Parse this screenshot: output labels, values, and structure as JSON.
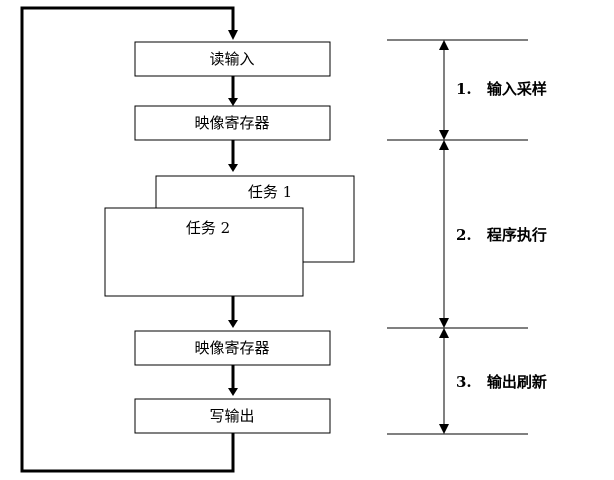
{
  "blocks": {
    "read_input": "读输入",
    "image_register_top": "映像寄存器",
    "task_1": "任务 1",
    "task_2": "任务 2",
    "image_register_bottom": "映像寄存器",
    "write_output": "写输出"
  },
  "phases": [
    {
      "number": "1.",
      "label": "输入采样"
    },
    {
      "number": "2.",
      "label": "程序执行"
    },
    {
      "number": "3.",
      "label": "输出刷新"
    }
  ]
}
